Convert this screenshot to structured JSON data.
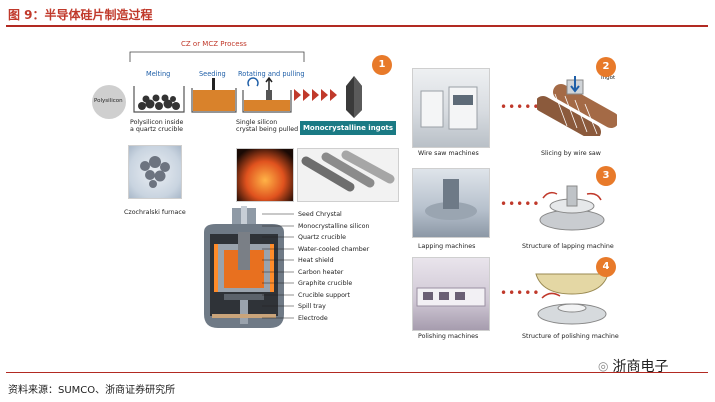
{
  "title": "图 9：半导体硅片制造过程",
  "source": "资料来源：SUMCO、浙商证券研究所",
  "watermark": "浙商电子",
  "colors": {
    "accent": "#c0392b",
    "step_badge": "#e87a2a",
    "process_blue": "#1f5fa8",
    "ingot_label_bg": "#1a7a84"
  },
  "cz": {
    "header": "CZ or MCZ Process",
    "polysilicon": "Polysilicon",
    "stage_melting": "Melting",
    "stage_seeding": "Seeding",
    "stage_rotating": "Rotating and pulling",
    "caption_crucible_1": "Polysilicon inside",
    "caption_crucible_2": "a quartz crucible",
    "caption_pulled_1": "Single silicon",
    "caption_pulled_2": "crystal being pulled",
    "ingot_label": "Monocrystalline ingots",
    "furnace_label": "Czochralski furnace",
    "parts": [
      "Seed Chrystal",
      "Monocrystalline silicon",
      "Quartz crucible",
      "Water-cooled chamber",
      "Heat shield",
      "Carbon heater",
      "Graphite crucible",
      "Crucible support",
      "Spill tray",
      "Electrode"
    ]
  },
  "steps": [
    {
      "num": "1"
    },
    {
      "num": "2",
      "machine": "Wire saw machines",
      "structure": "Slicing by wire saw",
      "ingot": "Ingot"
    },
    {
      "num": "3",
      "machine": "Lapping machines",
      "structure": "Structure of lapping machine"
    },
    {
      "num": "4",
      "machine": "Polishing machines",
      "structure": "Structure of polishing machine"
    }
  ]
}
